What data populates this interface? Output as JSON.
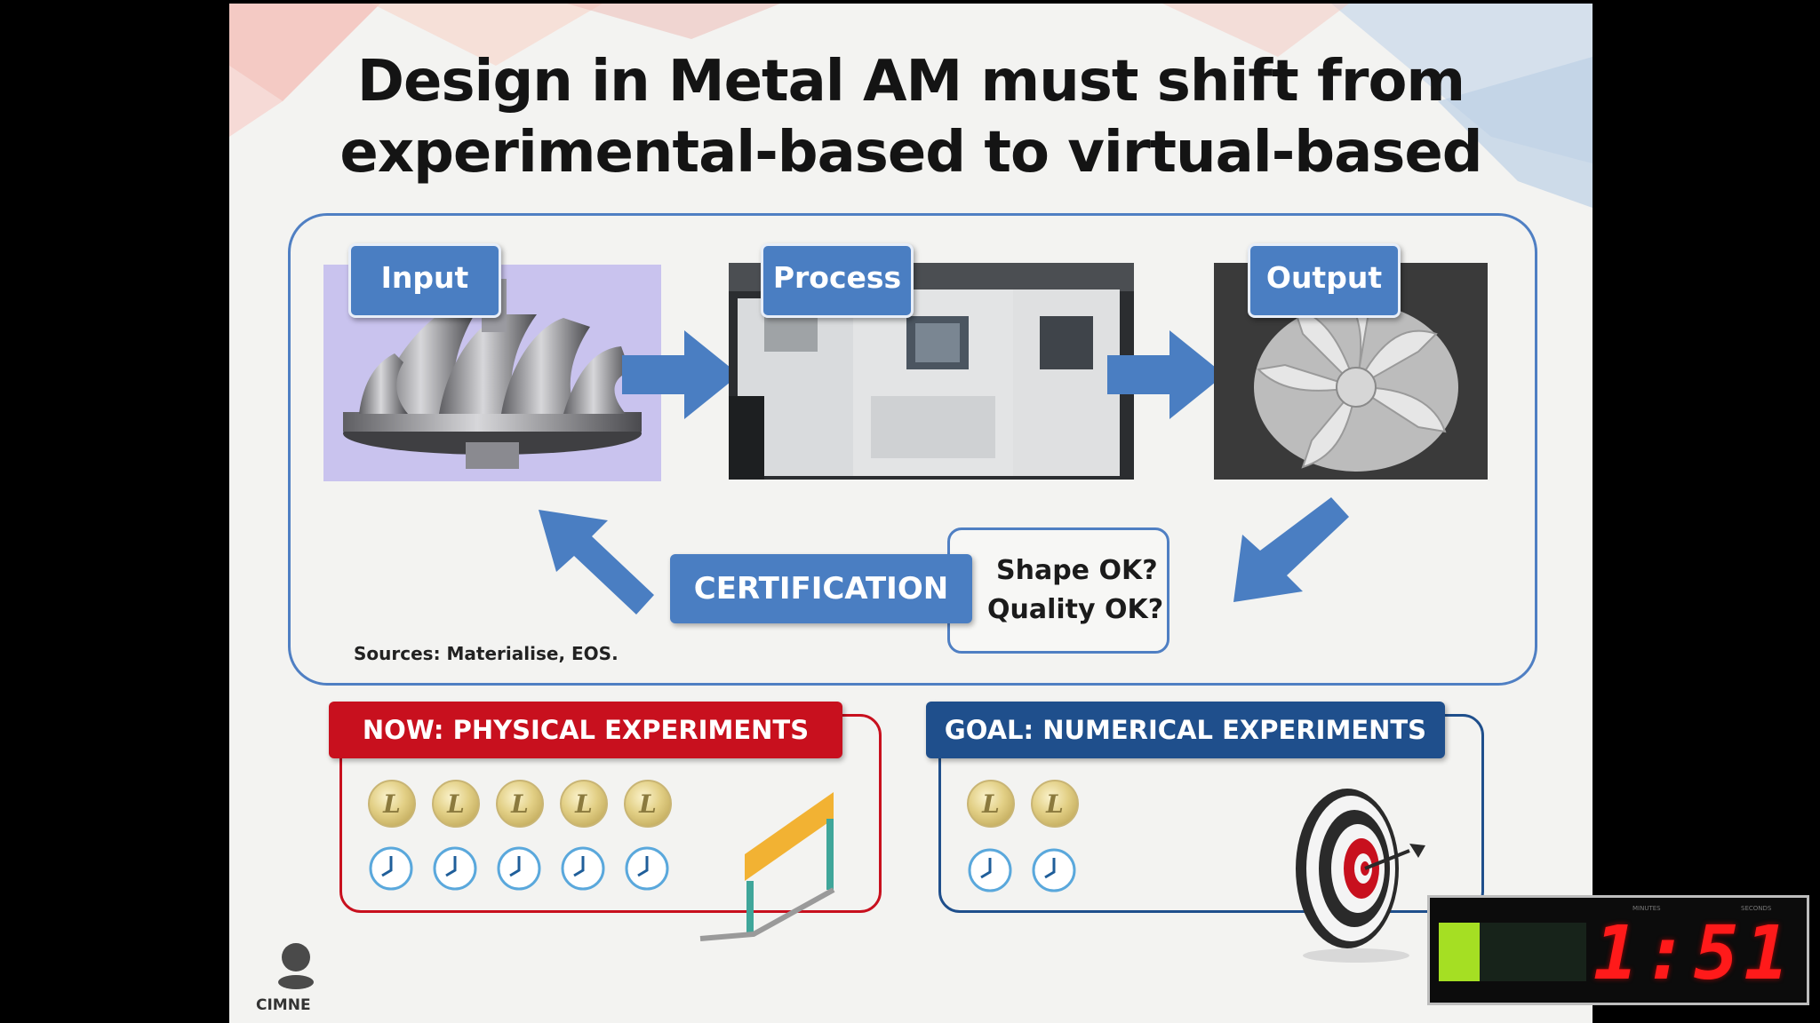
{
  "slide": {
    "title_line1": "Design in Metal AM must shift from",
    "title_line2": "experimental-based to virtual-based",
    "flow": {
      "input_label": "Input",
      "process_label": "Process",
      "output_label": "Output",
      "certification_label": "CERTIFICATION",
      "check_shape": "Shape OK?",
      "check_quality": "Quality OK?",
      "sources": "Sources: Materialise, EOS."
    },
    "now_panel": {
      "title": "NOW: PHYSICAL EXPERIMENTS",
      "coin_count": 5,
      "clock_count": 5,
      "color": "#c8101e"
    },
    "goal_panel": {
      "title": "GOAL: NUMERICAL EXPERIMENTS",
      "coin_count": 2,
      "clock_count": 2,
      "color": "#1f4f8c"
    },
    "coin_glyph": "L",
    "logo_text": "CIMNE"
  },
  "timer": {
    "label_left": "MINUTES",
    "label_right": "SECONDS",
    "display": "1:51",
    "progress_fraction": 0.28
  },
  "colors": {
    "accent_blue": "#4a7ec2",
    "frame_blue": "#4f7fc3",
    "now_red": "#c8101e",
    "goal_navy": "#1f4f8c"
  }
}
